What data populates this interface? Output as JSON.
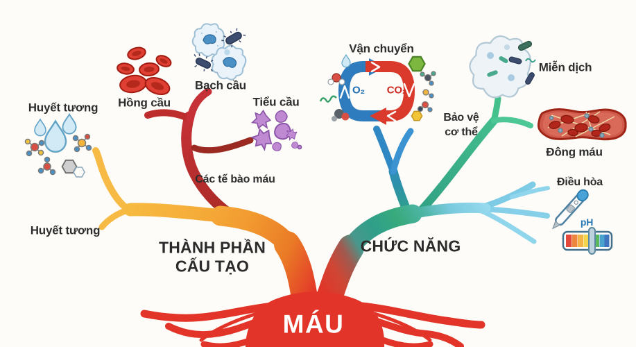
{
  "root_label": "MÁU",
  "composition": {
    "heading_line1": "THÀNH PHẦN",
    "heading_line2": "CẤU TẠO",
    "plasma_label_top": "Huyết tương",
    "plasma_label_bottom": "Huyết tương",
    "blood_cells_label": "Các tế bào máu",
    "red_cells_label": "Hồng cầu",
    "white_cells_label": "Bạch cầu",
    "platelets_label": "Tiểu cầu"
  },
  "functions": {
    "heading": "CHỨC NĂNG",
    "transport_label": "Vận chuyển",
    "o2_label": "O₂",
    "co2_label": "CO₂",
    "immunity_label": "Miễn dịch",
    "protection_label_line1": "Bảo vệ",
    "protection_label_line2": "cơ thể",
    "clotting_label": "Đông máu",
    "regulation_label": "Điều hòa",
    "ph_label": "pH"
  },
  "icons": {
    "plasma-icon": "water droplets with plasma molecules",
    "red-blood-cells-icon": "cluster of red blood cells",
    "white-blood-cells-icon": "white blood cells with bacteria",
    "platelets-icon": "purple platelet fragments",
    "o2-co2-cycle-icon": "circular O2/CO2 gas exchange arrows",
    "immune-cell-icon": "phagocyte engulfing microbes",
    "blood-clot-vessel-icon": "blood vessel with clotting mesh",
    "thermometer-icon": "digital thermometer",
    "ph-scale-icon": "pH color scale with slider"
  },
  "colors": {
    "trunk_red": "#e23428",
    "branch_yellow": "#f7ba41",
    "branch_orange": "#ea7b26",
    "cells_red": "#c13031",
    "cells_dark_red": "#9a2a22",
    "branch_teal": "#2f9e8f",
    "branch_green": "#3cb37e",
    "branch_blue": "#2e7bbd",
    "branch_lightblue": "#85cfe8",
    "o2_blue": "#1e6fb4",
    "co2_red": "#cc2a20",
    "ph_blue": "#2878b4",
    "text_dark": "#2d2d2d"
  }
}
